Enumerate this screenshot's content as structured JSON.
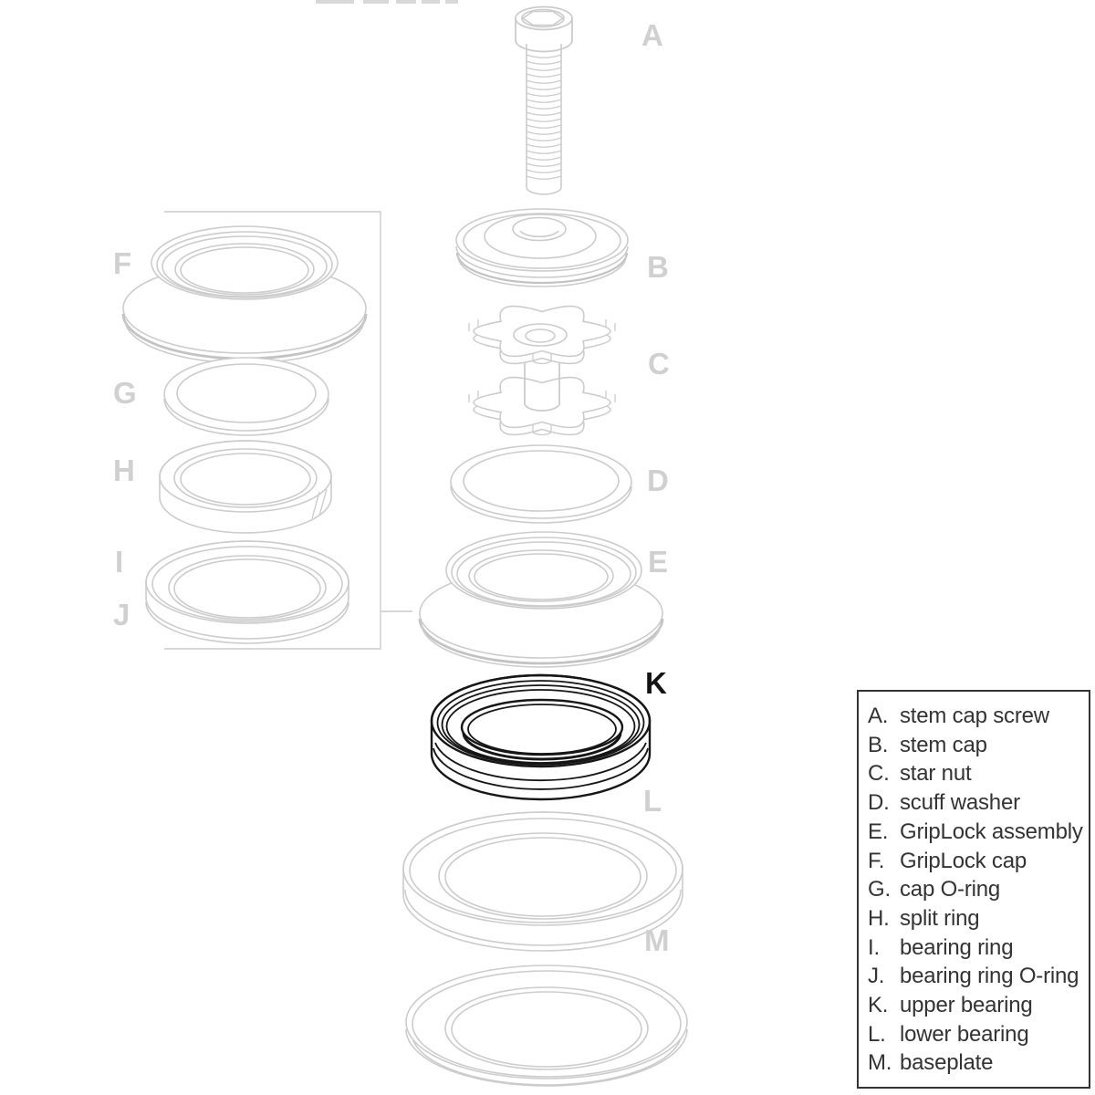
{
  "figure": {
    "type": "exploded-parts-diagram",
    "highlighted_part_letter": "K"
  },
  "colors": {
    "background": "#ffffff",
    "line_gray": "#cccccc",
    "line_shade_gray": "#c3c3c3",
    "label_gray": "#d0d0d0",
    "highlight_black": "#141414",
    "legend_text": "#333333",
    "legend_border": "#333333"
  },
  "diagram": {
    "labels": [
      "A",
      "B",
      "C",
      "D",
      "E",
      "F",
      "G",
      "H",
      "I",
      "J",
      "K",
      "L",
      "M"
    ]
  },
  "legend": {
    "items": [
      {
        "letter": "A.",
        "name": "stem cap screw"
      },
      {
        "letter": "B.",
        "name": "stem cap"
      },
      {
        "letter": "C.",
        "name": "star nut"
      },
      {
        "letter": "D.",
        "name": "scuff washer"
      },
      {
        "letter": "E.",
        "name": "GripLock assembly"
      },
      {
        "letter": "F.",
        "name": "GripLock cap"
      },
      {
        "letter": "G.",
        "name": "cap O-ring"
      },
      {
        "letter": "H.",
        "name": "split ring"
      },
      {
        "letter": "I.",
        "name": "bearing ring"
      },
      {
        "letter": "J.",
        "name": "bearing ring O-ring"
      },
      {
        "letter": "K.",
        "name": "upper bearing"
      },
      {
        "letter": "L.",
        "name": "lower bearing"
      },
      {
        "letter": "M.",
        "name": "baseplate"
      }
    ]
  }
}
